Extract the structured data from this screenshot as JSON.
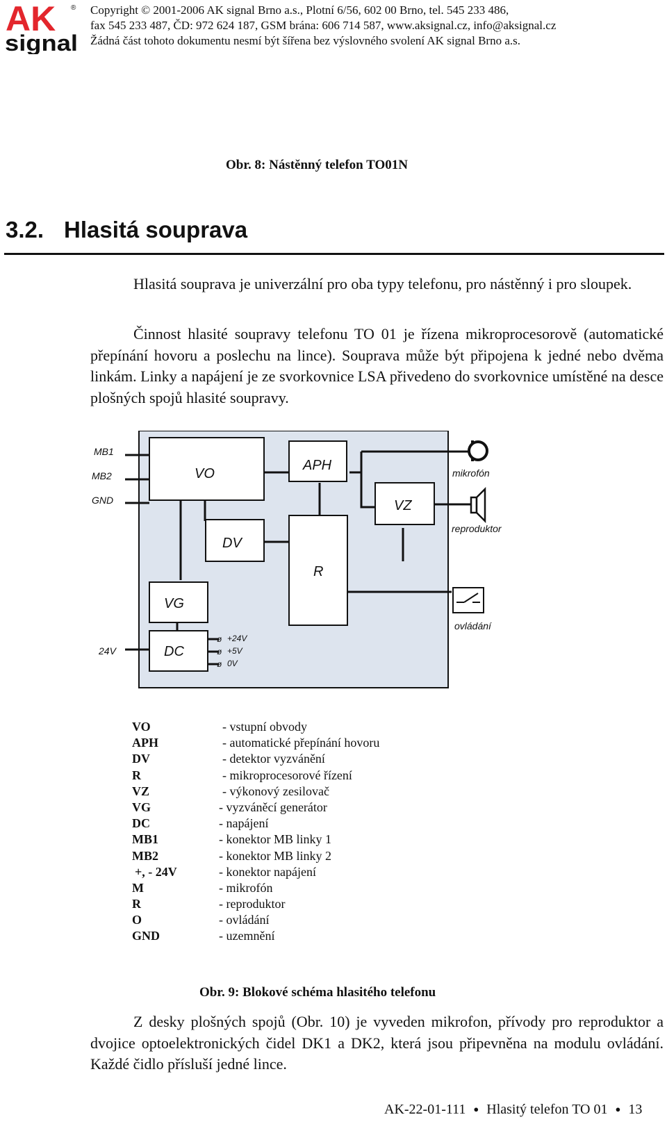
{
  "header": {
    "logo_top": "AK",
    "logo_bottom": "signal",
    "copyright_lines": [
      "Copyright © 2001-2006 AK signal Brno a.s., Plotní 6/56, 602 00 Brno, tel. 545 233 486,",
      "fax 545 233 487, ČD: 972 624 187, GSM brána: 606 714 587, www.aksignal.cz, info@aksignal.cz",
      "Žádná část tohoto dokumentu nesmí být šířena bez výslovného svolení AK signal Brno a.s."
    ]
  },
  "figure8_caption": "Obr. 8: Nástěnný telefon TO01N",
  "section": {
    "number": "3.2.",
    "title": "Hlasitá souprava"
  },
  "paragraphs": [
    "Hlasitá souprava je univerzální pro oba typy telefonu, pro nástěnný i pro sloupek.",
    "Činnost hlasité soupravy telefonu TO 01 je řízena mikroprocesorově (automatické přepínání hovoru a poslechu na lince). Souprava může být připojena k jedné nebo dvěma linkám. Linky a napájení je ze svorkovnice LSA přivedeno do svorkovnice umístěné na desce plošných spojů hlasité soupravy."
  ],
  "diagram": {
    "blocks": {
      "vo": "VO",
      "aph": "APH",
      "vz": "VZ",
      "dv": "DV",
      "r": "R",
      "vg": "VG",
      "dc": "DC"
    },
    "inputs": {
      "mb1": "MB1",
      "mb2": "MB2",
      "gnd": "GND",
      "v24": "24V"
    },
    "outputs": {
      "mikrofon": "mikrofón",
      "reproduktor": "reproduktor",
      "ovladani": "ovládání"
    },
    "rails": [
      "+24V",
      "+5V",
      "0V"
    ]
  },
  "legend": [
    {
      "abbr": "VO",
      "desc": "- vstupní obvody"
    },
    {
      "abbr": "APH",
      "desc": "- automatické přepínání hovoru"
    },
    {
      "abbr": "DV",
      "desc": "- detektor vyzvánění"
    },
    {
      "abbr": "R",
      "desc": "- mikroprocesorové řízení"
    },
    {
      "abbr": "VZ",
      "desc": "- výkonový zesilovač"
    },
    {
      "abbr": "VG",
      "desc": "- vyzváněcí generátor"
    },
    {
      "abbr": "DC",
      "desc": "- napájení"
    },
    {
      "abbr": "MB1",
      "desc": "- konektor MB linky 1"
    },
    {
      "abbr": "MB2",
      "desc": "- konektor MB linky 2"
    },
    {
      "abbr": "+, - 24V",
      "desc": "- konektor napájení"
    },
    {
      "abbr": "M",
      "desc": "- mikrofón"
    },
    {
      "abbr": "R",
      "desc": "- reproduktor"
    },
    {
      "abbr": "O",
      "desc": "- ovládání"
    },
    {
      "abbr": "GND",
      "desc": "- uzemnění"
    }
  ],
  "figure9_caption": "Obr. 9: Blokové schéma hlasitého telefonu",
  "paragraph3": "Z desky plošných spojů (Obr. 10) je vyveden mikrofon, přívody pro reproduktor a dvojice optoelektronických čidel DK1 a DK2, která jsou připevněna na modulu ovládání. Každé čidlo přísluší jedné lince.",
  "footer": {
    "doc": "AK-22-01-111",
    "title": "Hlasitý telefon TO 01",
    "page": "13",
    "bullet": "●"
  },
  "colors": {
    "logo_red": "#e3262c",
    "diagram_fill": "#dde4ee",
    "text": "#111111"
  }
}
